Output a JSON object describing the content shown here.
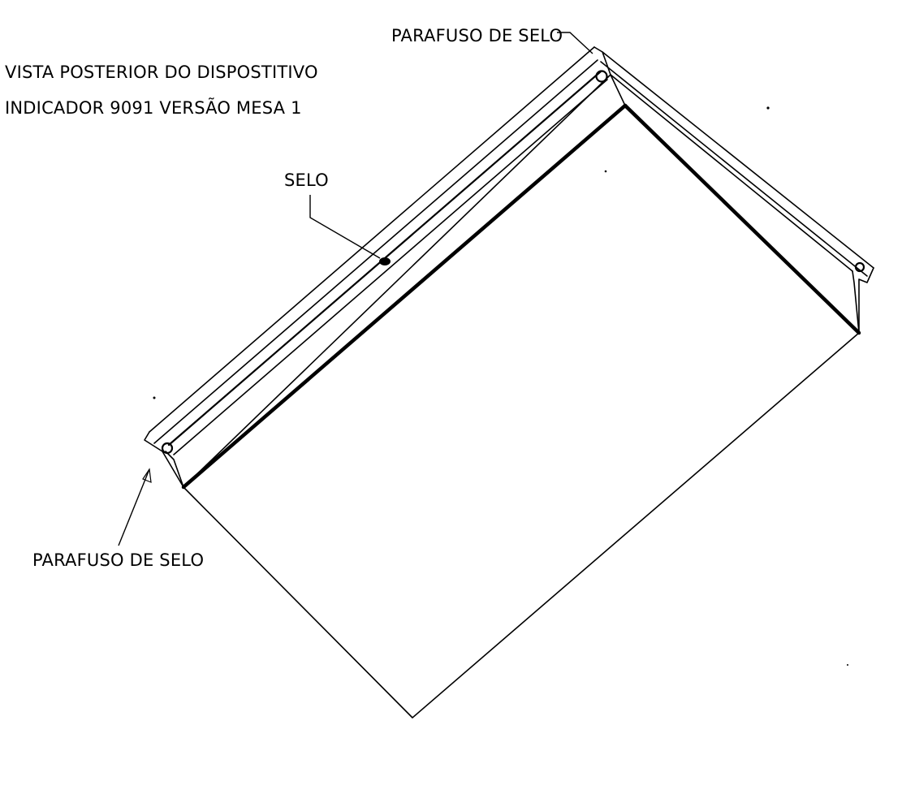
{
  "title": {
    "line1": "VISTA POSTERIOR DO DISPOSTITIVO",
    "line2": "INDICADOR 9091 VERSÃO MESA 1"
  },
  "callouts": {
    "seal_screw_top": "PARAFUSO DE SELO",
    "seal": "SELO",
    "seal_screw_bottom": "PARAFUSO DE SELO"
  }
}
